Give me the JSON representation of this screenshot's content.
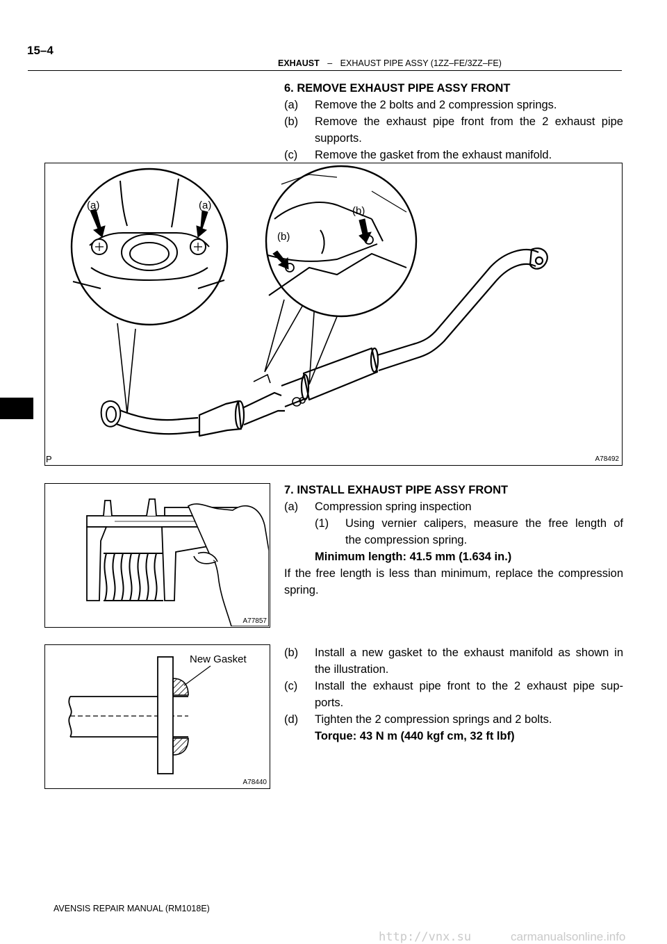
{
  "header": {
    "page_number": "15–4",
    "section": "EXHAUST",
    "separator": "–",
    "subsection": "EXHAUST PIPE ASSY (1ZZ–FE/3ZZ–FE)"
  },
  "step6": {
    "heading": "6.   REMOVE EXHAUST PIPE ASSY FRONT",
    "items": [
      {
        "label": "(a)",
        "text": "Remove the 2 bolts and 2 compression springs."
      },
      {
        "label": "(b)",
        "text": "Remove the exhaust pipe front from the 2 exhaust pipe"
      },
      {
        "label": "",
        "text": "supports."
      },
      {
        "label": "(c)",
        "text": "Remove the gasket from the exhaust manifold."
      }
    ]
  },
  "figure1": {
    "code": "A78492",
    "corner_mark": "P",
    "callouts": [
      "(a)",
      "(a)",
      "(b)",
      "(b)"
    ]
  },
  "step7": {
    "heading": "7.   INSTALL EXHAUST PIPE ASSY FRONT",
    "a_label": "(a)",
    "a_text": "Compression spring inspection",
    "sub_label": "(1)",
    "sub_text_1": "Using vernier calipers, measure the free length of",
    "sub_text_2": "the compression spring.",
    "spec": "Minimum length: 41.5 mm (1.634 in.)",
    "note_1": "If the free length is less than minimum, replace the compression",
    "note_2": "spring.",
    "b_label": "(b)",
    "b_text_1": "Install a new gasket to the exhaust manifold as shown in",
    "b_text_2": "the illustration.",
    "c_label": "(c)",
    "c_text_1": "Install the exhaust pipe front to the 2 exhaust pipe sup-",
    "c_text_2": "ports.",
    "d_label": "(d)",
    "d_text": "Tighten the 2 compression springs and 2 bolts.",
    "torque": "Torque: 43 N m (440 kgf cm, 32 ft lbf)"
  },
  "figure2": {
    "code": "A77857"
  },
  "figure3": {
    "code": "A78440",
    "label": "New Gasket"
  },
  "footer": {
    "manual": "AVENSIS REPAIR MANUAL   (RM1018E)"
  },
  "watermark": {
    "left": "http://vnx.su",
    "right": "carmanualsonline.info"
  }
}
